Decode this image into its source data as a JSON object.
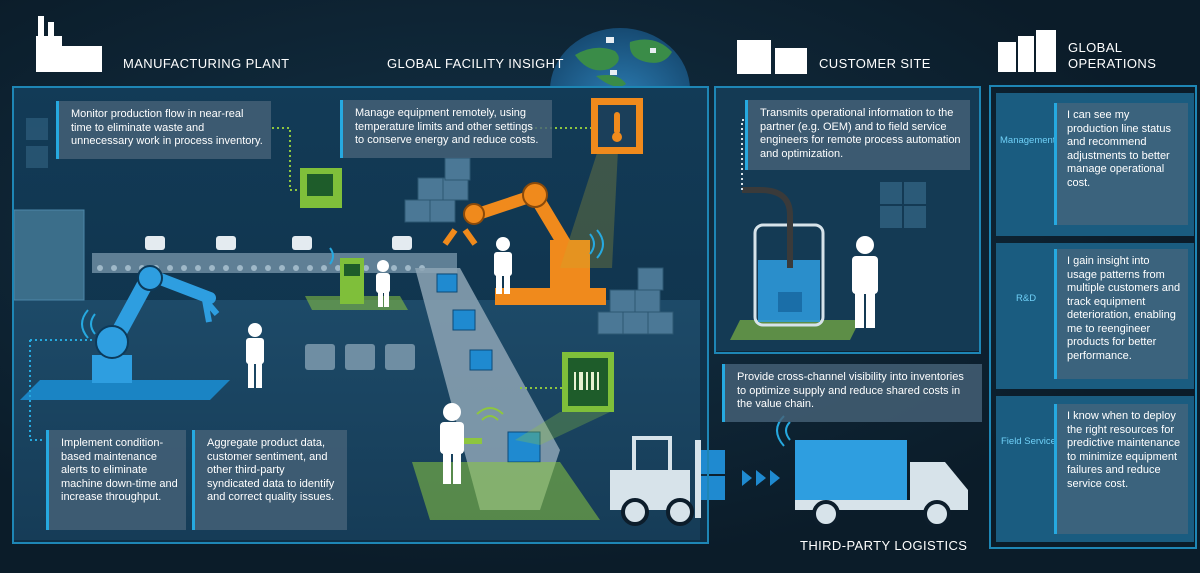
{
  "sections": {
    "manufacturing": "MANUFACTURING PLANT",
    "global_facility": "GLOBAL FACILITY INSIGHT",
    "customer_site": "CUSTOMER SITE",
    "global_ops_line1": "GLOBAL",
    "global_ops_line2": "OPERATIONS",
    "logistics": "THIRD-PARTY LOGISTICS"
  },
  "callouts": {
    "production_flow": "Monitor production flow in near-real time to eliminate waste and unnecessary work in process inventory.",
    "remote_equipment": "Manage equipment remotely, using temperature limits and other settings to conserve energy and reduce costs.",
    "maintenance": "Implement condition-based maintenance alerts to eliminate machine down-time and increase throughput.",
    "aggregate": "Aggregate product data, customer sentiment, and other third-party syndicated data to identify and correct quality issues.",
    "transmit": "Transmits operational information to the partner (e.g. OEM) and to field service engineers for remote process automation and optimization.",
    "cross_channel": "Provide cross-channel visibility into inventories to optimize supply and reduce shared costs in the value chain."
  },
  "operations": [
    {
      "role": "Management",
      "text": "I can see my production line status and recommend adjustments to better manage operational cost."
    },
    {
      "role": "R&D",
      "text": "I gain insight into usage patterns from multiple customers and track equipment deterioration, enabling me to reengineer products for better performance."
    },
    {
      "role": "Field Service",
      "text": "I know when to deploy the right resources for predictive maintenance to minimize equipment failures and reduce service cost."
    }
  ],
  "colors": {
    "background": "#0c1d2b",
    "panel_border": "#1e86b5",
    "accent_blue": "#26a9e0",
    "robot_orange": "#f08a1c",
    "floor_green": "#8dc63f",
    "callout_bg": "#46627a"
  },
  "icons": [
    "factory-icon",
    "office-buildings-icon",
    "skyscrapers-icon",
    "globe-icon",
    "thermometer-icon",
    "barcode-icon",
    "forklift-icon",
    "truck-icon",
    "worker-icon",
    "robot-arm-icon",
    "wifi-signal-icon",
    "tank-icon"
  ]
}
